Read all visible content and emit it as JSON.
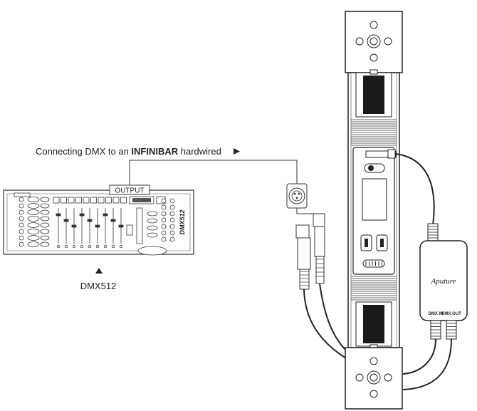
{
  "caption": {
    "prefix": "Connecting DMX to an ",
    "brand": "INFINIBAR",
    "suffix": " hardwired",
    "arrow_icon": "triangle-right-icon"
  },
  "console": {
    "output_label": "OUTPUT",
    "model_mark": "DMX512",
    "name_label": "DMX512",
    "pointer_icon": "triangle-up-icon"
  },
  "adapter": {
    "brand": "Aputure",
    "port_a": "DMX IN",
    "port_b": "DMX OUT"
  }
}
